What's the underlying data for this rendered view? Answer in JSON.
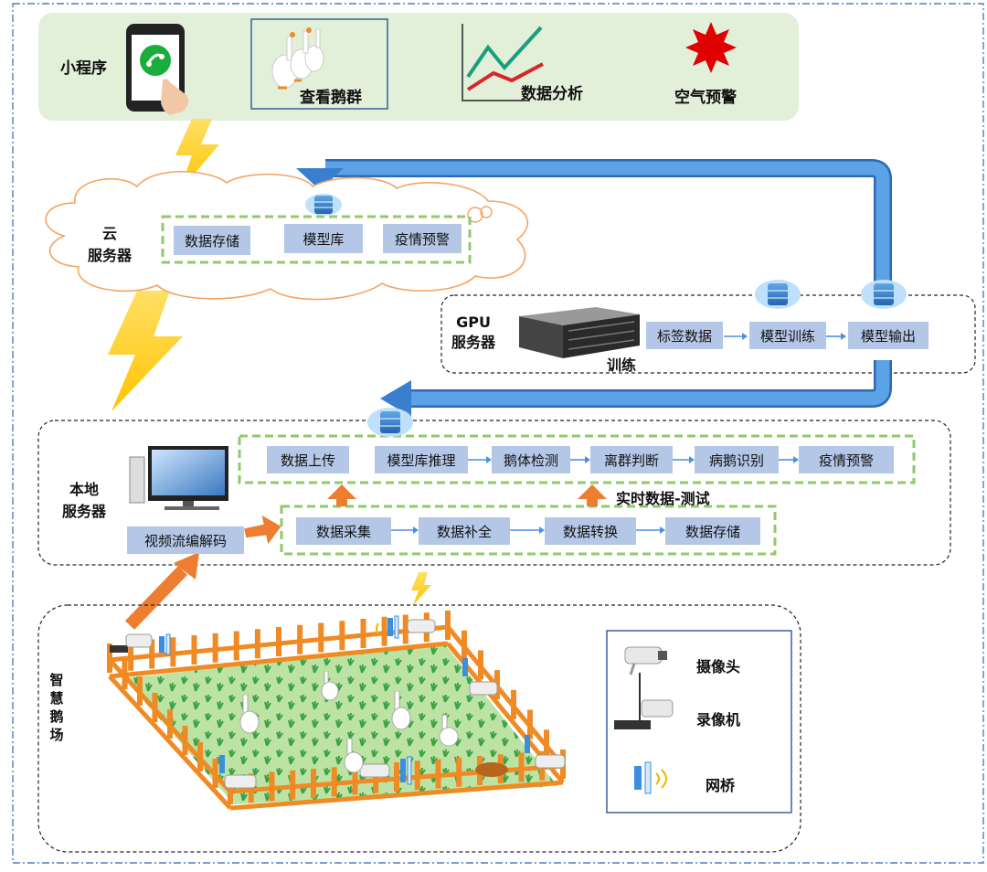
{
  "app": {
    "label": "小程序",
    "items": [
      {
        "label": "查看鹅群",
        "icon": "geese-icon"
      },
      {
        "label": "数据分析",
        "icon": "line-chart-icon"
      },
      {
        "label": "空气预警",
        "icon": "alert-burst-icon"
      }
    ]
  },
  "cloud": {
    "label": "云\n服务器",
    "boxes": [
      "数据存储",
      "模型库",
      "疫情预警"
    ]
  },
  "gpu": {
    "label": "GPU\n服务器",
    "train_label": "训练",
    "boxes": [
      "标签数据",
      "模型训练",
      "模型输出"
    ]
  },
  "local": {
    "label": "本地\n服务器",
    "top_boxes": [
      "数据上传",
      "模型库推理",
      "鹅体检测",
      "离群判断",
      "病鹅识别",
      "疫情预警"
    ],
    "bottom_boxes": [
      "数据采集",
      "数据补全",
      "数据转换",
      "数据存储"
    ],
    "decode_box": "视频流编解码",
    "realtime_label": "实时数据-测试"
  },
  "farm": {
    "label": "智慧鹅场",
    "legend": [
      {
        "label": "摄像头",
        "icon": "camera-icon"
      },
      {
        "label": "录像机",
        "icon": "recorder-icon"
      },
      {
        "label": "网桥",
        "icon": "bridge-icon"
      }
    ]
  },
  "colors": {
    "green_panel": "#e2efd9",
    "box_blue": "#b4c7e7",
    "arrow_blue": "#4a90e2",
    "arrow_orange": "#ed7d31",
    "fence": "#f08a24",
    "cloud_stroke": "#f4a460",
    "dashed_green": "#8fca6b",
    "lightning": "#ffd600"
  }
}
